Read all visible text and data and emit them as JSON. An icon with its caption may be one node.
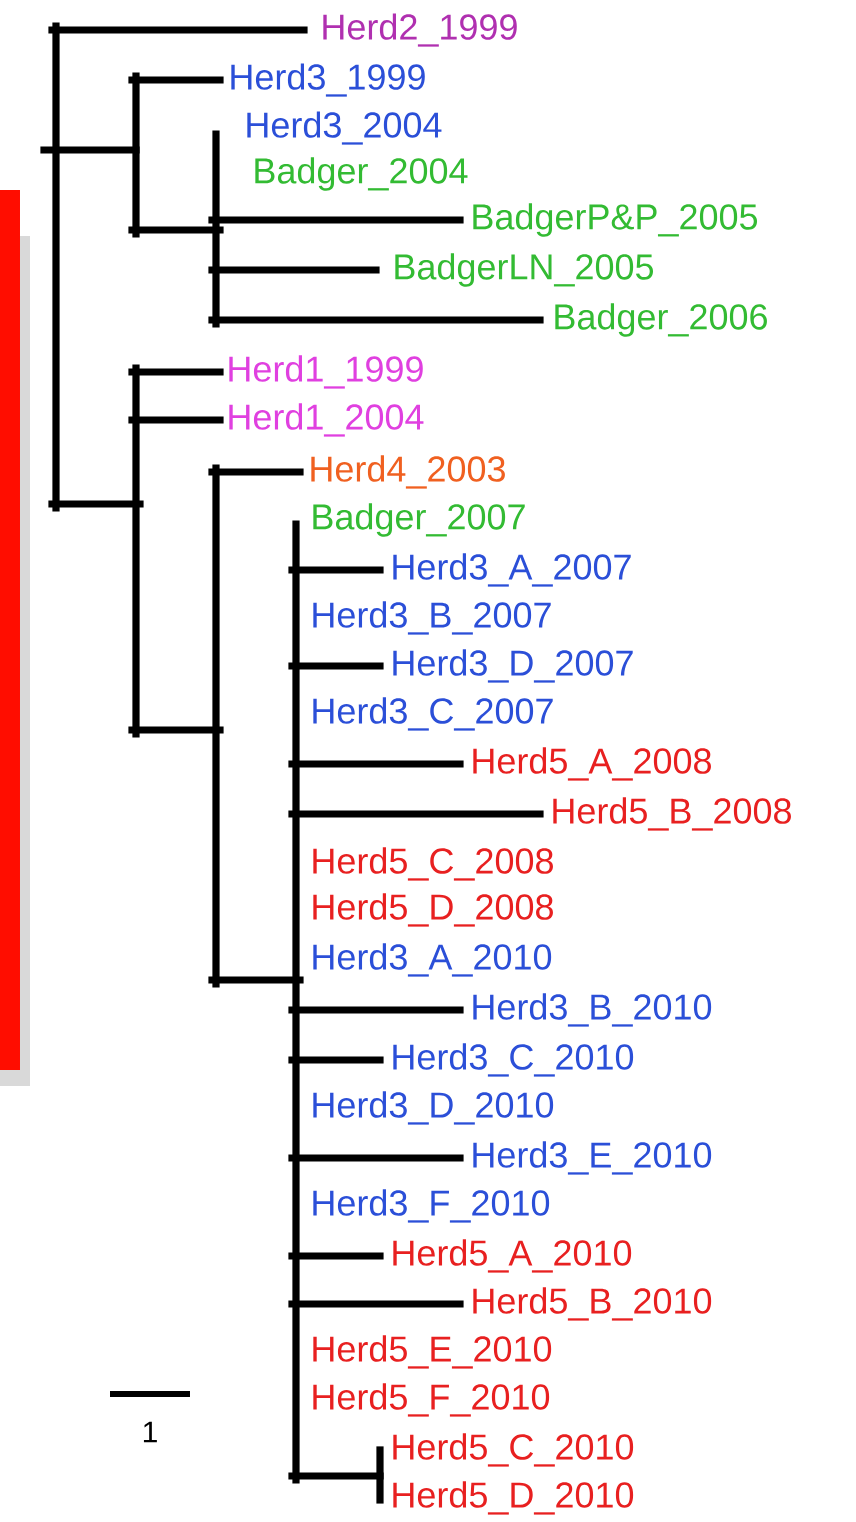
{
  "diagram": {
    "labels": [
      "Herd2_1999",
      "Herd3_1999",
      "Herd3_2004",
      "Badger_2004",
      "BadgerP&P_2005",
      "BadgerLN_2005",
      "Badger_2006",
      "Herd1_1999",
      "Herd1_2004",
      "Herd4_2003",
      "Badger_2007",
      "Herd3_A_2007",
      "Herd3_B_2007",
      "Herd3_D_2007",
      "Herd3_C_2007",
      "Herd5_A_2008",
      "Herd5_B_2008",
      "Herd5_C_2008",
      "Herd5_D_2008",
      "Herd3_A_2010",
      "Herd3_B_2010",
      "Herd3_C_2010",
      "Herd3_D_2010",
      "Herd3_E_2010",
      "Herd3_F_2010",
      "Herd5_A_2010",
      "Herd5_B_2010",
      "Herd5_E_2010",
      "Herd5_F_2010",
      "Herd5_C_2010",
      "Herd5_D_2010",
      "1"
    ]
  }
}
